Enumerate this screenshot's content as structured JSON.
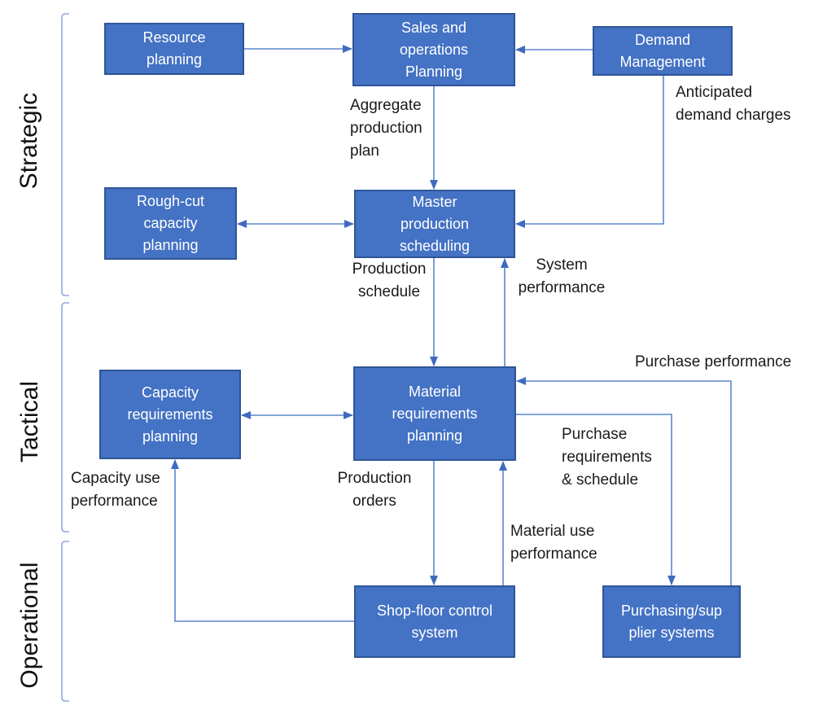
{
  "sections": [
    {
      "id": "strategic",
      "label": "Strategic"
    },
    {
      "id": "tactical",
      "label": "Tactical"
    },
    {
      "id": "operational",
      "label": "Operational"
    }
  ],
  "boxes": [
    {
      "id": "resource-planning",
      "label": "Resource\nplanning"
    },
    {
      "id": "sales-and-operations-planning",
      "label": "Sales and\noperations\nPlanning"
    },
    {
      "id": "demand-management",
      "label": "Demand\nManagement"
    },
    {
      "id": "rough-cut-capacity-planning",
      "label": "Rough-cut\ncapacity\nplanning"
    },
    {
      "id": "master-production-scheduling",
      "label": "Master\nproduction\nscheduling"
    },
    {
      "id": "capacity-requirements-planning",
      "label": "Capacity\nrequirements\nplanning"
    },
    {
      "id": "material-requirements-planning",
      "label": "Material\nrequirements\nplanning"
    },
    {
      "id": "shop-floor-control-system",
      "label": "Shop-floor control\nsystem"
    },
    {
      "id": "purchasing-supplier-systems",
      "label": "Purchasing/sup\nplier systems"
    }
  ],
  "edge_labels": [
    {
      "id": "aggregate-production-plan",
      "label": "Aggregate\nproduction\nplan"
    },
    {
      "id": "anticipated-demand-charges",
      "label": "Anticipated\ndemand charges"
    },
    {
      "id": "production-schedule",
      "label": "Production\nschedule"
    },
    {
      "id": "system-performance",
      "label": "System\nperformance"
    },
    {
      "id": "purchase-performance",
      "label": "Purchase performance"
    },
    {
      "id": "capacity-use-performance",
      "label": "Capacity use\nperformance"
    },
    {
      "id": "production-orders",
      "label": "Production\norders"
    },
    {
      "id": "purchase-requirements-schedule",
      "label": "Purchase\nrequirements\n& schedule"
    },
    {
      "id": "material-use-performance",
      "label": "Material use\nperformance"
    }
  ],
  "colors": {
    "box_fill": "#4472C4",
    "box_border": "#2F5597",
    "box_text": "#FFFFFF",
    "connector": "#5B87CE",
    "arrowhead": "#3F6BBF",
    "bracket": "#8FAADC",
    "label_text": "#1A1A1A"
  }
}
